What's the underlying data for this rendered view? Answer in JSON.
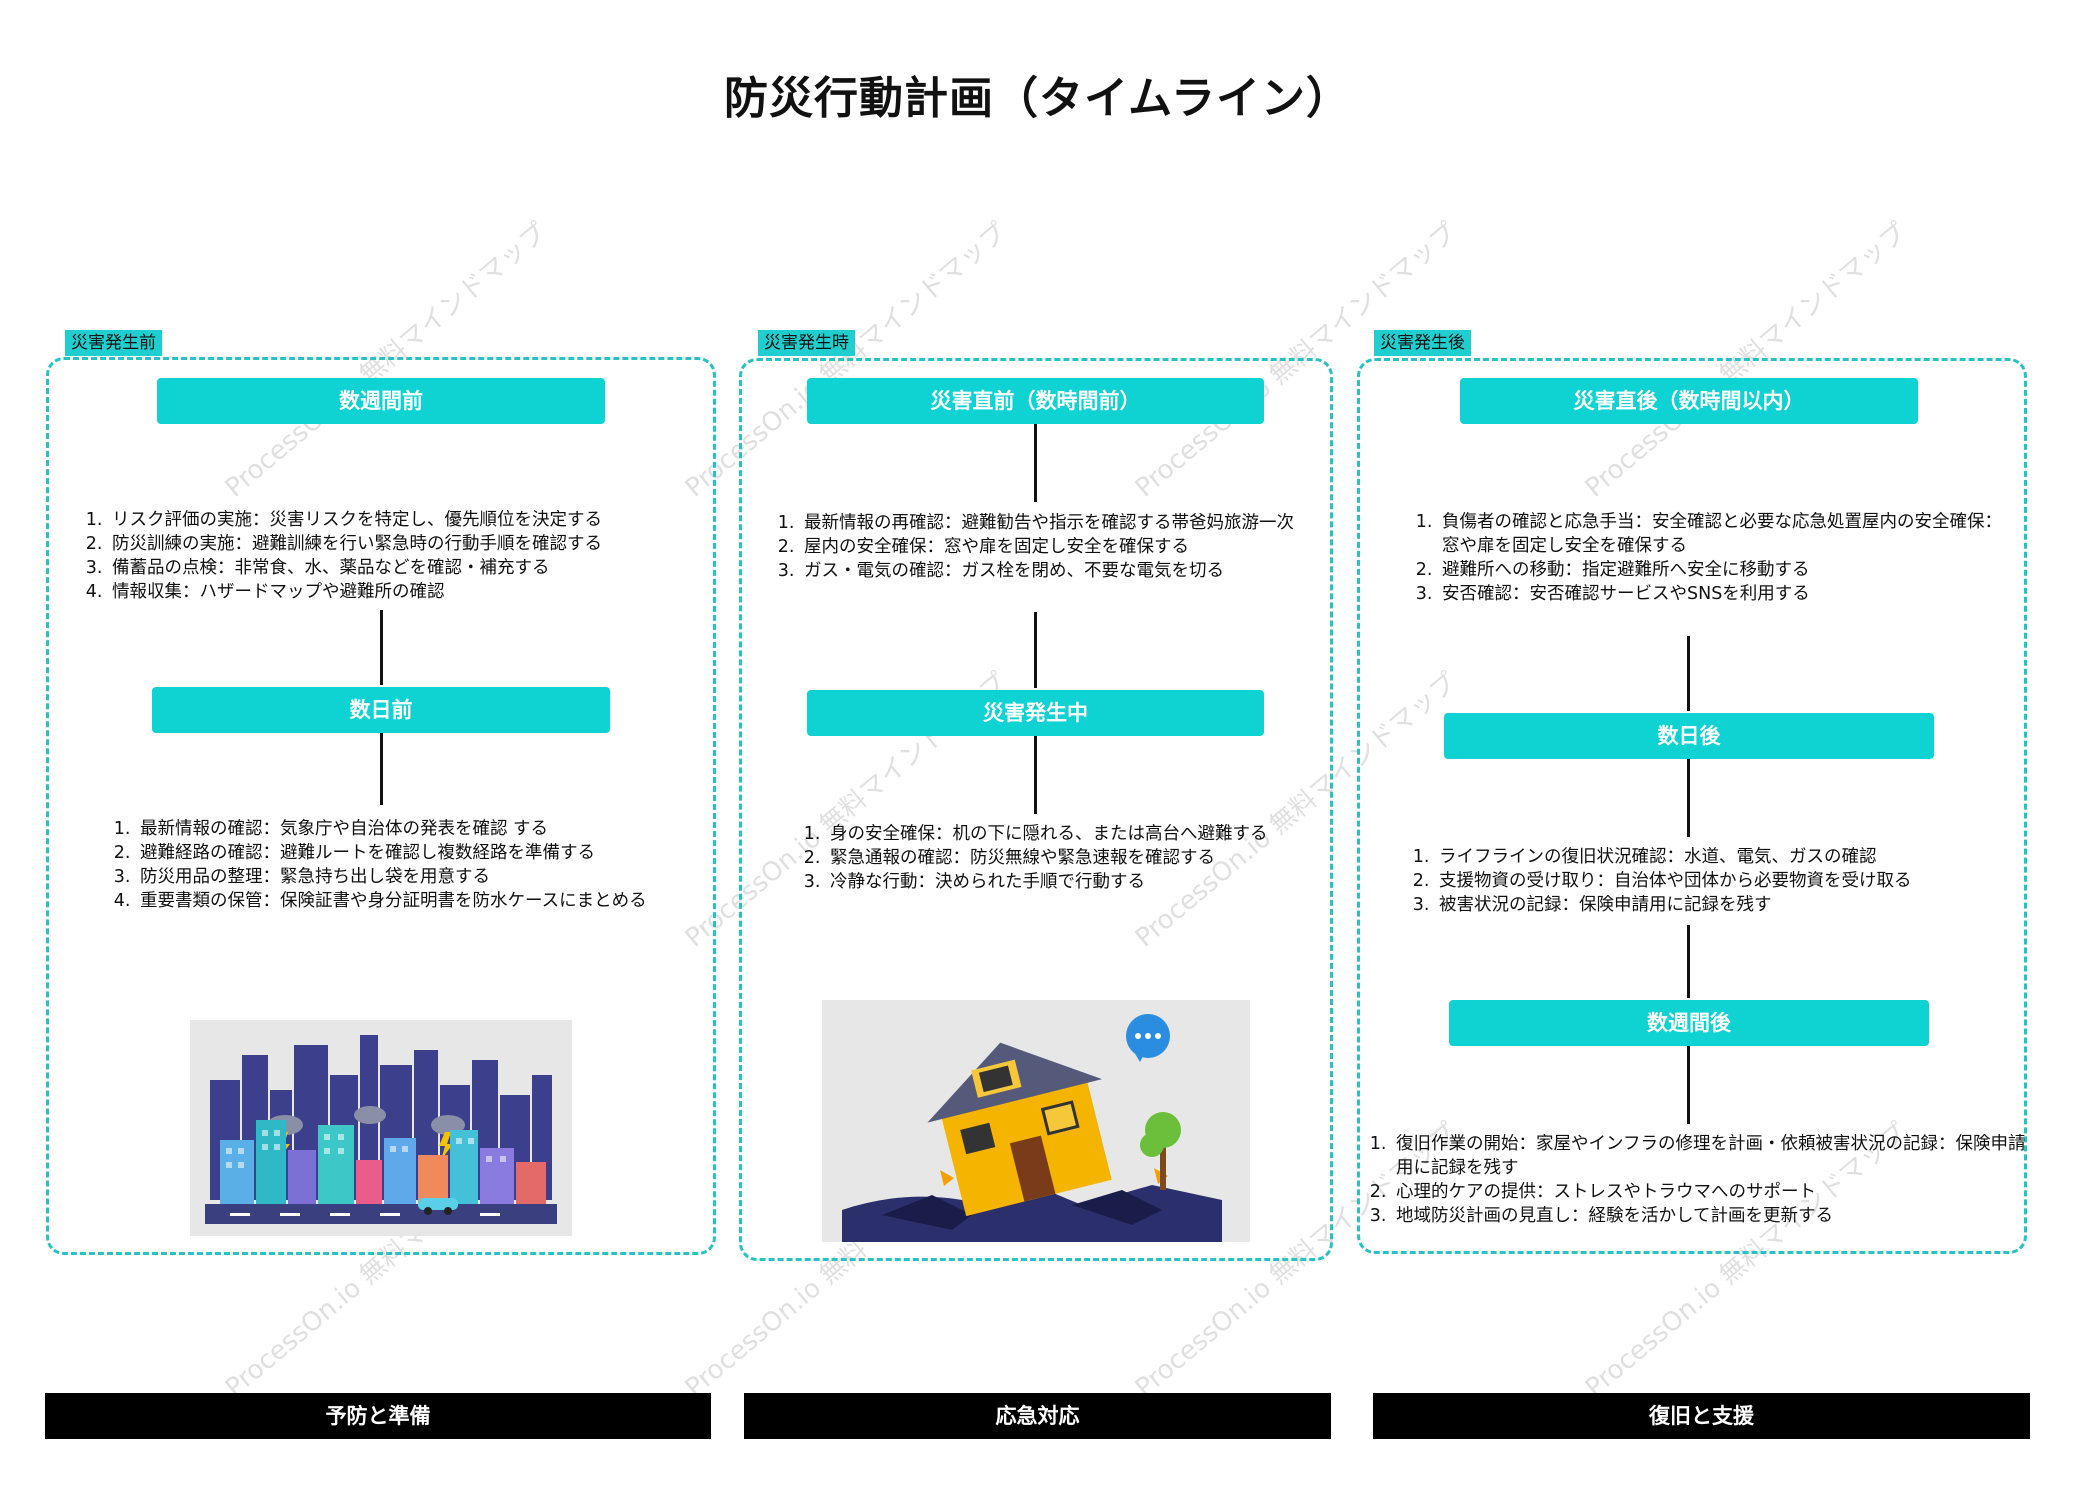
{
  "title": "防災行動計画（タイムライン）",
  "watermark": "ProcessOn.io 無料マインドマップ",
  "accent_color": "#0fd3d3",
  "phases": [
    {
      "tag": "災害発生前",
      "steps": [
        {
          "label": "数週間前",
          "items": [
            "リスク評価の実施：災害リスクを特定し、優先順位を決定する",
            "防災訓練の実施：避難訓練を行い緊急時の行動手順を確認する",
            "備蓄品の点検：非常食、水、薬品などを確認・補充する",
            "情報収集：ハザードマップや避難所の確認"
          ]
        },
        {
          "label": "数日前",
          "items": [
            "最新情報の確認：気象庁や自治体の発表を確認 する",
            "避難経路の確認：避難ルートを確認し複数経路を準備する",
            "防災用品の整理：緊急持ち出し袋を用意する",
            "重要書類の保管：保険証書や身分証明書を防水ケースにまとめる"
          ]
        }
      ],
      "illustration": "city-storm-illustration",
      "footer": "予防と準備"
    },
    {
      "tag": "災害発生時",
      "steps": [
        {
          "label": "災害直前（数時間前）",
          "items": [
            "最新情報の再確認：避難勧告や指示を確認する帯爸妈旅游一次",
            "屋内の安全確保：窓や扉を固定し安全を確保する",
            "ガス・電気の確認：ガス栓を閉め、不要な電気を切る"
          ]
        },
        {
          "label": "災害発生中",
          "items": [
            "身の安全確保：机の下に隠れる、または高台へ避難する",
            "緊急通報の確認：防災無線や緊急速報を確認する",
            "冷静な行動：決められた手順で行動する"
          ]
        }
      ],
      "illustration": "earthquake-house-illustration",
      "footer": "応急対応"
    },
    {
      "tag": "災害発生後",
      "steps": [
        {
          "label": "災害直後（数時間以内）",
          "items": [
            "負傷者の確認と応急手当：安全確認と必要な応急処置屋内の安全確保：",
            "避難所への移動：指定避難所へ安全に移動する",
            "安否確認：安否確認サービスやSNSを利用する"
          ],
          "item1_cont": "窓や扉を固定し安全を確保する"
        },
        {
          "label": "数日後",
          "items": [
            "ライフラインの復旧状況確認：水道、電気、ガスの確認",
            "支援物資の受け取り：自治体や団体から必要物資を受け取る",
            "被害状況の記録：保険申請用に記録を残す"
          ]
        },
        {
          "label": "数週間後",
          "items": [
            "復旧作業の開始：家屋やインフラの修理を計画・依頼被害状況の記録：保険申請用に記録を残す",
            "心理的ケアの提供：ストレスやトラウマへのサポート",
            " 地域防災計画の見直し：経験を活かして計画を更新する"
          ]
        }
      ],
      "footer": "復旧と支援"
    }
  ]
}
